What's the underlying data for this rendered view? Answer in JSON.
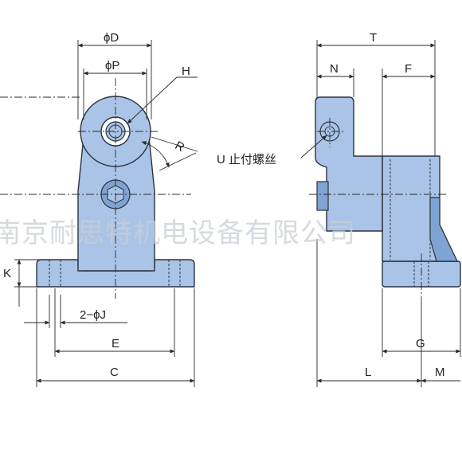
{
  "labels": {
    "phi_D": "ϕD",
    "phi_P": "ϕP",
    "H": "H",
    "R": "R",
    "K": "K",
    "two_phi_J": "2−ϕJ",
    "E": "E",
    "C": "C",
    "T": "T",
    "N": "N",
    "F": "F",
    "G": "G",
    "L": "L",
    "M": "M",
    "U_callout": "U 止付螺丝"
  },
  "watermark": "南京耐思特机电设备有限公司",
  "colors": {
    "part_fill": "#a9c4e6",
    "part_dark": "#7fa3d2",
    "line": "#2a2a2a",
    "watermark": "#c9ced6"
  }
}
